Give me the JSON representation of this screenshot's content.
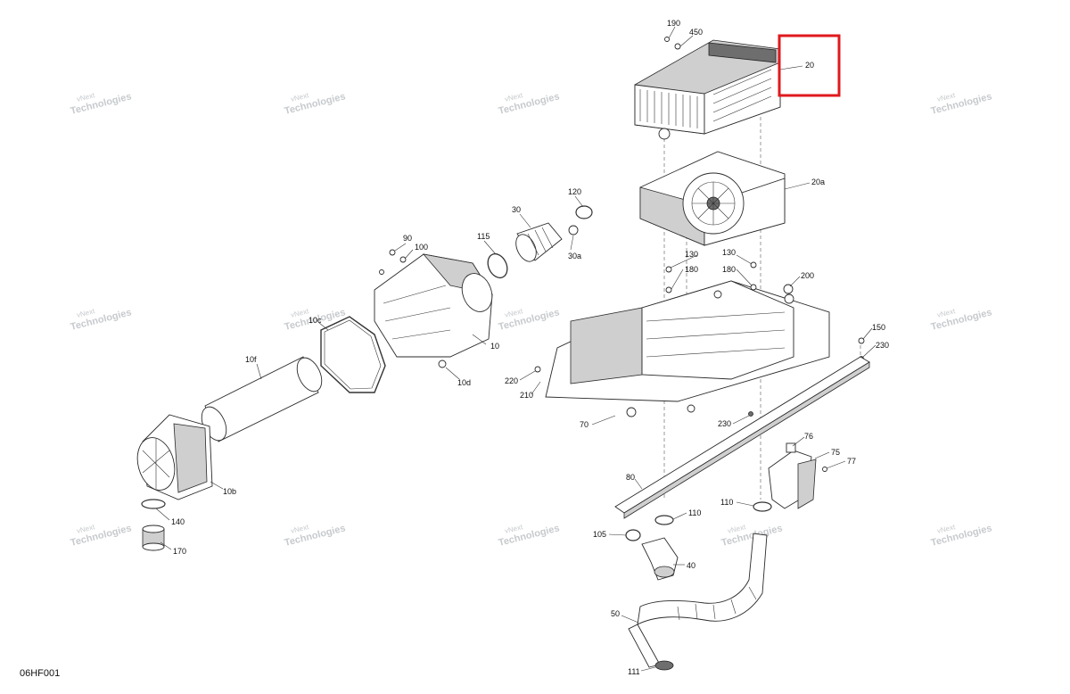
{
  "diagram_code": "06HF001",
  "watermark": {
    "line1": "vNext",
    "line2": "Technologies",
    "small": "vNext Technologies"
  },
  "callouts": {
    "c190": "190",
    "c450": "450",
    "c20": "20",
    "c20a": "20a",
    "c120": "120",
    "c30": "30",
    "c30a": "30a",
    "c115": "115",
    "c90": "90",
    "c100": "100",
    "c10": "10",
    "c10c": "10c",
    "c10d": "10d",
    "c10f": "10f",
    "c10b": "10b",
    "c140": "140",
    "c170": "170",
    "c130a": "130",
    "c180a": "180",
    "c130b": "130",
    "c180b": "180",
    "c200": "200",
    "c150": "150",
    "c230a": "230",
    "c230b": "230",
    "c220": "220",
    "c210": "210",
    "c70": "70",
    "c76": "76",
    "c75": "75",
    "c77": "77",
    "c80": "80",
    "c110a": "110",
    "c110b": "110",
    "c105": "105",
    "c40": "40",
    "c50": "50",
    "c111": "111"
  },
  "highlight": {
    "target_callout": "20",
    "color": "#e0191d"
  }
}
